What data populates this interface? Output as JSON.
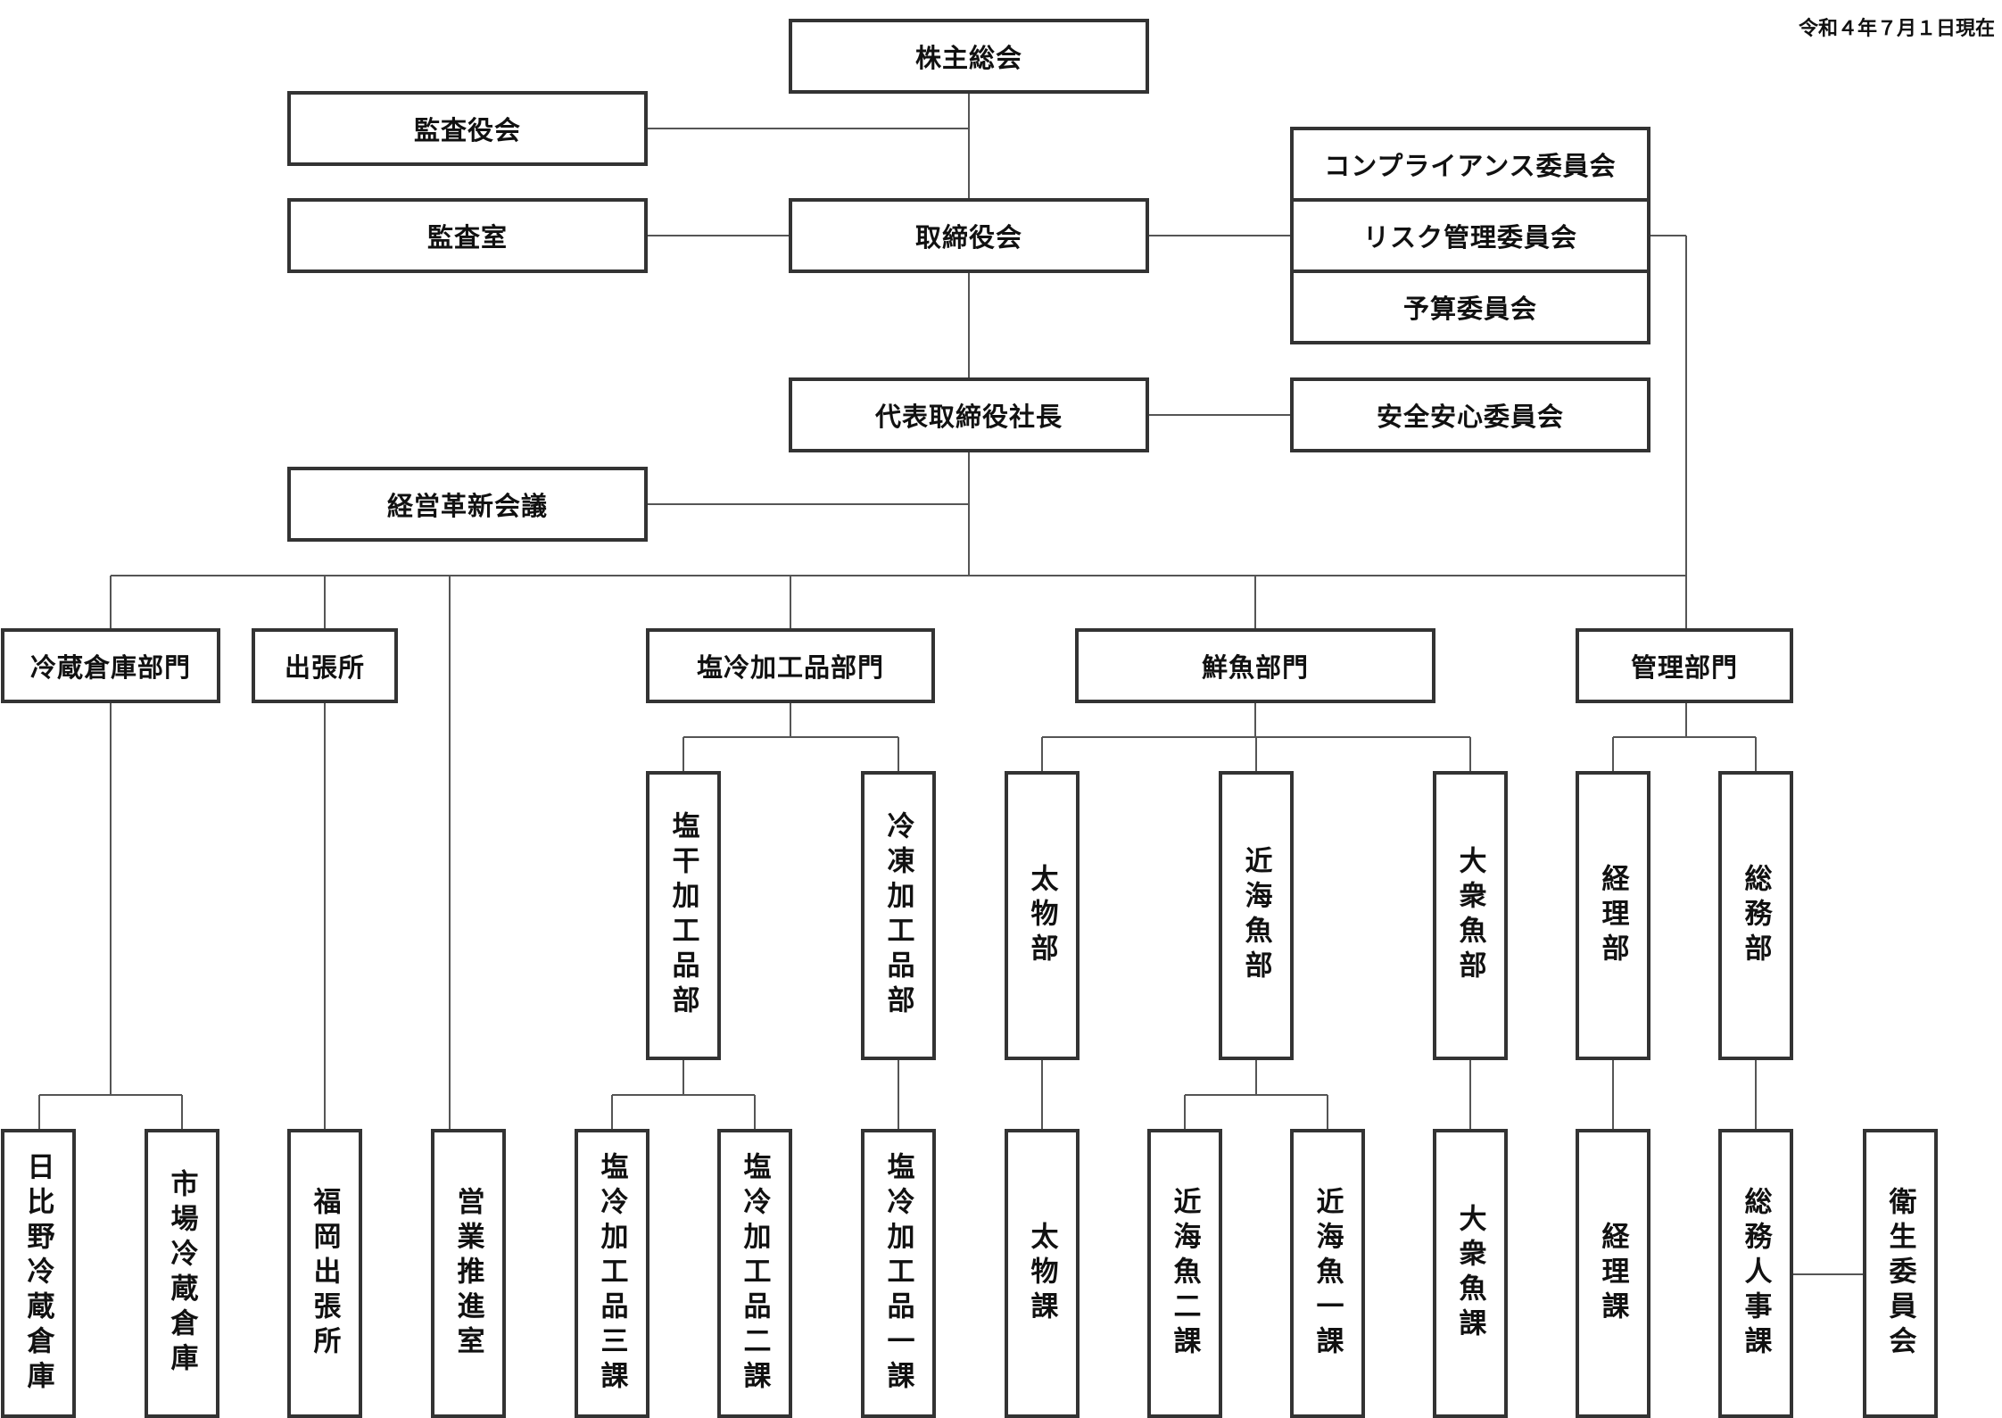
{
  "date_note": "令和４年７月１日現在",
  "boxes": {
    "shareholders": "株主総会",
    "auditors": "監査役会",
    "audit_office": "監査室",
    "board": "取締役会",
    "compliance": "コンプライアンス委員会",
    "risk": "リスク管理委員会",
    "budget": "予算委員会",
    "president": "代表取締役社長",
    "safety": "安全安心委員会",
    "innovation": "経営革新会議",
    "cold_storage_div": "冷蔵倉庫部門",
    "branch": "出張所",
    "salted_div": "塩冷加工品部門",
    "fresh_div": "鮮魚部門",
    "admin_div": "管理部門",
    "shiohoshi_dept": "塩干加工品部",
    "reito_dept": "冷凍加工品部",
    "futomono_dept": "太物部",
    "kinkai_dept": "近海魚部",
    "taishu_dept": "大衆魚部",
    "keiri_dept": "経理部",
    "somu_dept": "総務部",
    "hibiya": "日比野冷蔵倉庫",
    "ichiba": "市場冷蔵倉庫",
    "fukuoka": "福岡出張所",
    "sales_promo": "営業推進室",
    "salted3": "塩冷加工品三課",
    "salted2": "塩冷加工品二課",
    "salted1": "塩冷加工品一課",
    "futomono_sec": "太物課",
    "kinkai2": "近海魚二課",
    "kinkai1": "近海魚一課",
    "taishu_sec": "大衆魚課",
    "keiri_sec": "経理課",
    "somu_sec": "総務人事課",
    "hygiene": "衛生委員会"
  }
}
